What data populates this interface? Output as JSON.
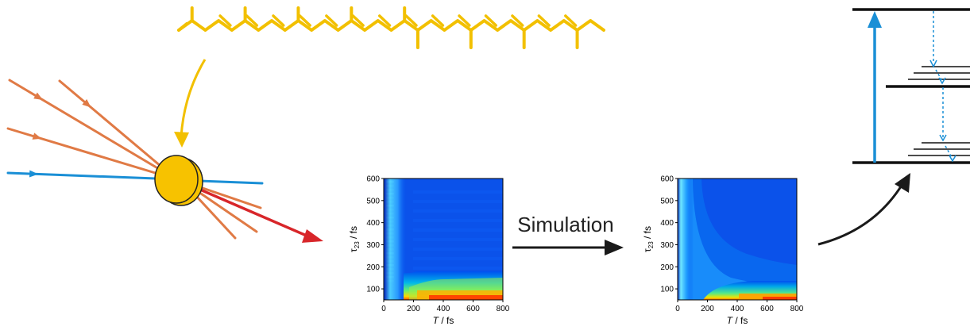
{
  "colors": {
    "molecule": "#f2c000",
    "pump_beams": "#e07a45",
    "probe_beam": "#1a8fd6",
    "signal_beam": "#d8262a",
    "sample": "#f7c200",
    "arrow_dark": "#1a1a1a",
    "dashed_transition": "#1a8fd6"
  },
  "simulation_label": "Simulation",
  "maps": {
    "left": {
      "type": "heatmap",
      "xlabel_var": "T",
      "xlabel_unit": " / fs",
      "ylabel_var": "τ",
      "ylabel_sub": "23",
      "ylabel_unit": " / fs",
      "xticks": [
        "0",
        "200",
        "400",
        "600",
        "800"
      ],
      "yticks": [
        "100",
        "200",
        "300",
        "400",
        "500",
        "600"
      ]
    },
    "right": {
      "type": "heatmap",
      "xlabel_var": "T",
      "xlabel_unit": " / fs",
      "ylabel_var": "τ",
      "ylabel_sub": "23",
      "ylabel_unit": " / fs",
      "xticks": [
        "0",
        "200",
        "400",
        "600",
        "800"
      ],
      "yticks": [
        "100",
        "200",
        "300",
        "400",
        "500",
        "600"
      ]
    }
  },
  "chart_data": [
    {
      "type": "heatmap",
      "x_range": [
        0,
        800
      ],
      "y_range": [
        50,
        600
      ],
      "colormap": "jet",
      "xlabel": "T / fs",
      "ylabel": "τ23 / fs"
    },
    {
      "type": "heatmap",
      "x_range": [
        0,
        800
      ],
      "y_range": [
        50,
        600
      ],
      "colormap": "jet",
      "xlabel": "T / fs",
      "ylabel": "τ23 / fs"
    }
  ]
}
